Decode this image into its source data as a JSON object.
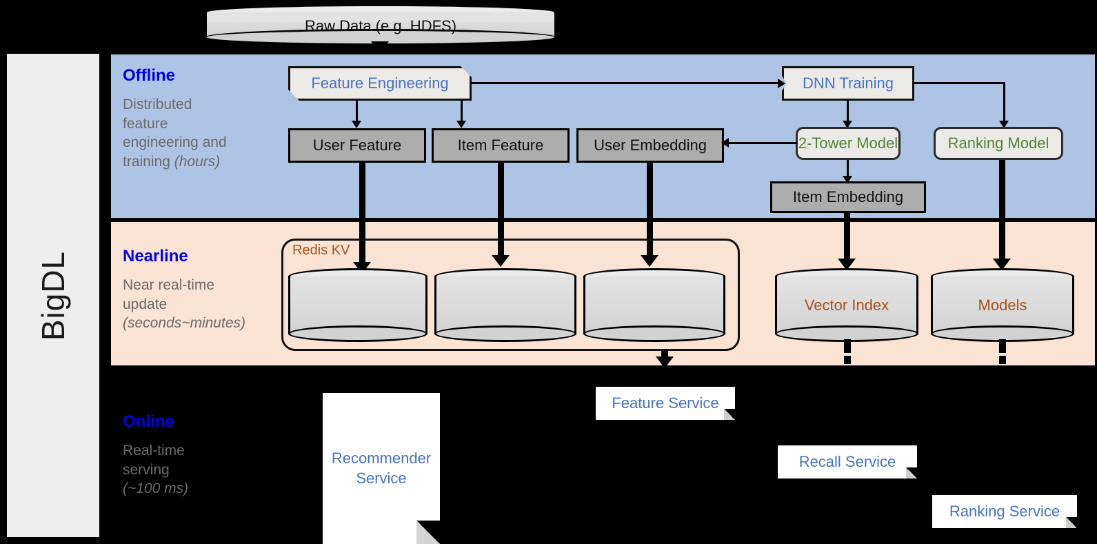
{
  "rail": {
    "label": "BigDL"
  },
  "bands": [
    {
      "id": "offline",
      "title": "Offline",
      "desc_line1": "Distributed",
      "desc_line2": "feature",
      "desc_line3": "engineering and",
      "desc_line4": "training ",
      "desc_em": "(hours)"
    },
    {
      "id": "nearline",
      "title": "Nearline",
      "desc_line1": "Near real-time",
      "desc_line2": "update",
      "desc_line3": "",
      "desc_line4": "",
      "desc_em": "(seconds~minutes)"
    },
    {
      "id": "online",
      "title": "Online",
      "desc_line1": "Real-time",
      "desc_line2": "serving",
      "desc_line3": "",
      "desc_line4": "",
      "desc_em": "(~100 ms)"
    }
  ],
  "source": {
    "label": "Raw Data (e.g. HDFS)"
  },
  "offline": {
    "feature_engineering": "Feature Engineering",
    "dnn_training": "DNN Training",
    "user_feature": "User Feature",
    "item_feature": "Item Feature",
    "user_embedding": "User Embedding",
    "two_tower": "2-Tower Model",
    "ranking_model": "Ranking Model",
    "item_embedding": "Item Embedding"
  },
  "nearline": {
    "redis_group": "Redis KV",
    "store_user_feature": "",
    "store_item_feature": "",
    "store_user_embedding": "",
    "vector_index": "Vector Index",
    "models": "Models"
  },
  "online": {
    "recommender_service": "Recommender Service",
    "feature_service": "Feature Service",
    "recall_service": "Recall Service",
    "ranking_service": "Ranking Service"
  },
  "colors": {
    "band_offline": "#aec4e4",
    "band_nearline": "#fae3d2",
    "band_online": "#000000",
    "title_blue": "#0000ee",
    "desc_gray": "#6a6a6a",
    "node_blue": "#4574c4",
    "node_green": "#548235",
    "store_brown": "#a9521c",
    "gray_box": "#adadad",
    "proc_fill": "#eceae6",
    "rail_fill": "#eeeeee"
  }
}
